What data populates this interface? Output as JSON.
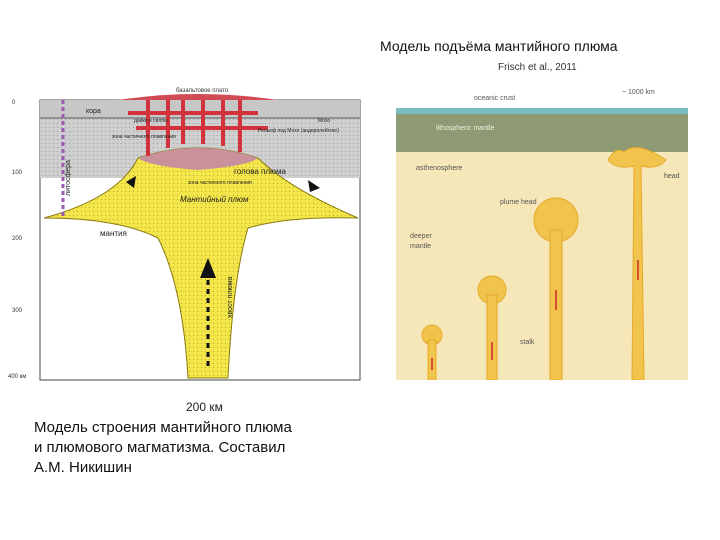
{
  "header": {
    "title": "Модель подъёма мантийного плюма",
    "credit": "Frisch et al., 2011"
  },
  "left_figure": {
    "plateau_label": "базальтовое плато",
    "crust_label": "кора",
    "lithosphere_label": "литосфера",
    "sill_label_1": "дайки и силлы",
    "sill_label_2": "зона частичного плавления",
    "moho_label": "Мохо",
    "moho_note": "Рельеф под Мохо (андерплейтинг)",
    "plume_head_label": "голова плюма",
    "melt_zone_label": "зона частичного плавления",
    "plume_label": "Мантийный плюм",
    "mantle_label": "мантия",
    "tail_label": "хвост плюма",
    "scale_label": "200 км",
    "depth_ticks": [
      "0",
      "100",
      "200",
      "300",
      "400 км"
    ]
  },
  "right_figure": {
    "oceanic_crust": "oceanic crust",
    "scale": "~ 1000 km",
    "lithospheric_mantle": "lithospheric mantle",
    "asthenosphere": "asthenosphere",
    "head": "head",
    "plume_head": "plume head",
    "deeper_mantle_1": "deeper",
    "deeper_mantle_2": "mantle",
    "stalk": "stalk"
  },
  "caption": {
    "line1": "Модель строения мантийного плюма",
    "line2": "и плюмового магматизма. Составил",
    "line3": "А.М. Никишин"
  },
  "colors": {
    "plume_yellow": "#f3e64a",
    "lithosphere_gray": "#c9c9c9",
    "dyke_red": "#d2323c",
    "right_bg": "#f6e7b8",
    "right_litho": "#8d9a74",
    "ocean": "#7bbcc0"
  }
}
